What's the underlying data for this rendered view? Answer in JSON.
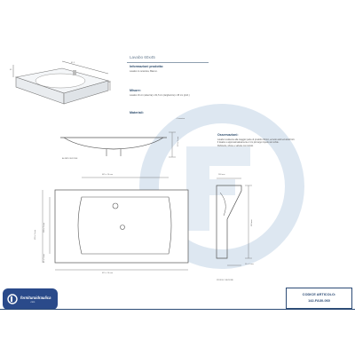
{
  "header": {
    "title": "Lavabo 60x45"
  },
  "info": {
    "heading": "Informazioni prodotto:",
    "material_line": "Lavabo in ceramica, Bianco."
  },
  "dimensions": {
    "heading": "Misure:",
    "line": "Lavabo 16 cm (altezza) x 61,5 cm (larghezza) x 45 cm (prof.)"
  },
  "materials": {
    "heading": "Materiali:",
    "label": "- Ceramica"
  },
  "observations": {
    "heading": "Osservazioni:",
    "lines": [
      "Lavabo resistente alla maggior parte di prodotti chimici, eccetto acidi ed alcali forti.",
      "Il lavabo è approssimativamente 2 cm più largo rispetto al mobile.",
      "Rubinetto, sifone e valvole non inclusi."
    ]
  },
  "thumbnail": {
    "dim_width": "61,5",
    "dim_depth": "45",
    "dim_height": "16"
  },
  "drawing_labels": {
    "front_view_caption": "ALZATE SEZIONE",
    "front_height_dim": "170 ± 5 mm",
    "plan_width_dim": "445 ± 10 mm",
    "plan_total_width_dim": "615 ± 10 mm",
    "plan_depth_dim": "450 ± 5 mm",
    "plan_inner_depth_dim": "300 ± 5 mm",
    "plan_left_dim": "85 ± 5 mm",
    "side_top_dim": "160 mm",
    "side_height_dim": "390 mm",
    "side_base_dim": "16 ± 5 mm",
    "side_caption": "PROFILO SEZIONE"
  },
  "footer": {
    "brand": "fornituraidraulica",
    "brand_sub": ".com",
    "code_label": "CODICE ARTICOLO:",
    "code_value": "142-FA30-060"
  },
  "colors": {
    "brand_blue": "#2a4a8a",
    "watermark": "#dbe6f0",
    "line": "#555555"
  }
}
